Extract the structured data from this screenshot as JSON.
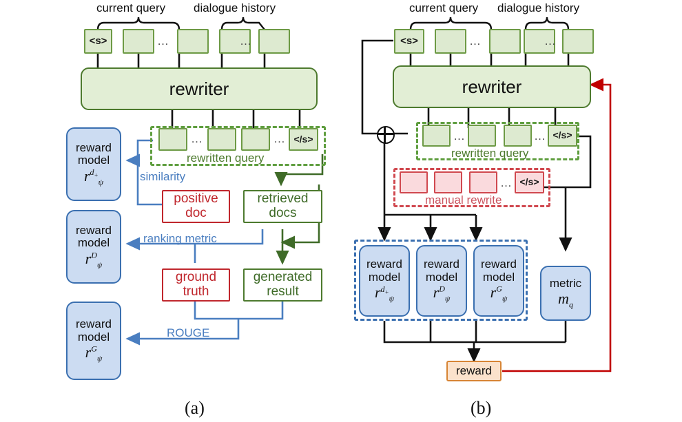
{
  "figure": {
    "panels": [
      {
        "id": "a",
        "label": "(a)",
        "top_labels": [
          "current query",
          "dialogue history"
        ],
        "input_tokens": [
          "<s>",
          "",
          "…",
          "",
          "",
          "…",
          ""
        ],
        "rewriter_label": "rewriter",
        "rewritten_tokens": [
          "",
          "…",
          "",
          "",
          "…",
          "</s>"
        ],
        "rewritten_caption": "rewritten query",
        "reward_models": [
          {
            "line1": "reward",
            "line2": "model",
            "symbol": "r",
            "sup": "d+",
            "sub": "ψ"
          },
          {
            "line1": "reward",
            "line2": "model",
            "symbol": "r",
            "sup": "D",
            "sub": "ψ"
          },
          {
            "line1": "reward",
            "line2": "model",
            "symbol": "r",
            "sup": "G",
            "sub": "ψ"
          }
        ],
        "edge_labels": [
          "similarity",
          "ranking metric",
          "ROUGE"
        ],
        "red_boxes": [
          {
            "line1": "positive",
            "line2": "doc"
          },
          {
            "line1": "ground",
            "line2": "truth"
          }
        ],
        "green_boxes": [
          {
            "line1": "retrieved",
            "line2": "docs"
          },
          {
            "line1": "generated",
            "line2": "result"
          }
        ]
      },
      {
        "id": "b",
        "label": "(b)",
        "top_labels": [
          "current query",
          "dialogue history"
        ],
        "input_tokens": [
          "<s>",
          "",
          "…",
          "",
          "",
          "…",
          ""
        ],
        "rewriter_label": "rewriter",
        "rewritten_tokens": [
          "",
          "…",
          "",
          "",
          "…",
          "</s>"
        ],
        "rewritten_caption": "rewritten query",
        "manual_tokens": [
          "",
          "",
          "",
          "…",
          "</s>"
        ],
        "manual_caption": "manual rewrite",
        "plus_symbol": "⊕",
        "reward_models": [
          {
            "line1": "reward",
            "line2": "model",
            "symbol": "r",
            "sup": "d+",
            "sub": "ψ"
          },
          {
            "line1": "reward",
            "line2": "model",
            "symbol": "r",
            "sup": "D",
            "sub": "ψ"
          },
          {
            "line1": "reward",
            "line2": "model",
            "symbol": "r",
            "sup": "G",
            "sub": "ψ"
          }
        ],
        "metric_box": {
          "line1": "metric",
          "symbol": "m",
          "sub": "q"
        },
        "reward_box": "reward"
      }
    ],
    "colors": {
      "green_fill": "#ddead0",
      "green_stroke": "#6d9a45",
      "rewriter_fill": "#e2eed5",
      "rewriter_stroke": "#4d7a2e",
      "blue_fill": "#ccdcf2",
      "blue_stroke": "#3a6fb0",
      "red_stroke": "#c0272d",
      "pink_fill": "#fadadd",
      "orange_fill": "#fbe2cc",
      "orange_stroke": "#d78434",
      "arrow_blue": "#4a7ec0",
      "arrow_dark_green": "#3f6b28",
      "arrow_red": "#c00000",
      "arrow_black": "#111111"
    }
  }
}
